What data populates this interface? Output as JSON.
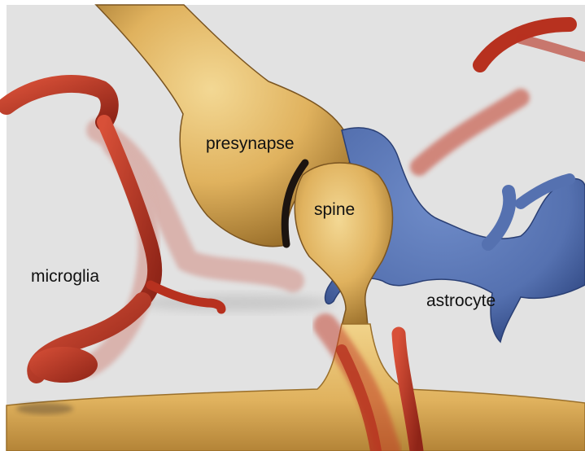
{
  "labels": {
    "presynapse": "presynapse",
    "spine": "spine",
    "microglia": "microglia",
    "astrocyte": "astrocyte"
  },
  "colors": {
    "background": "#e2e2e2",
    "neuron": "#e3b865",
    "neuron_shadow": "#9a6f2a",
    "neuron_highlight": "#f3d894",
    "astrocyte": "#5571b0",
    "astrocyte_shadow": "#324a85",
    "microglia": "#c23a26",
    "microglia_dark": "#8e2417",
    "cleft": "#1c1410"
  }
}
